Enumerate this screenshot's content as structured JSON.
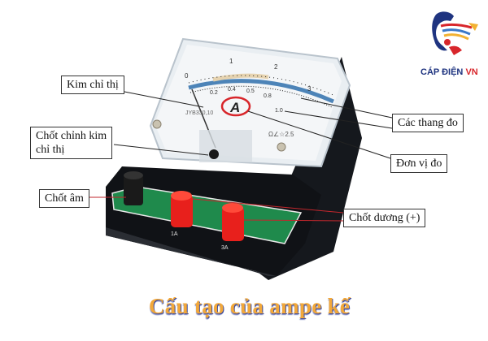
{
  "title": "Cấu tạo của ampe kế",
  "brand": {
    "name_main": "CÁP ĐIỆN",
    "name_accent": "VN",
    "color_main": "#1f3480",
    "color_accent": "#d8262b"
  },
  "labels": {
    "pointer": "Kim chỉ thị",
    "pointer_adjust_line1": "Chốt chỉnh kim",
    "pointer_adjust_line2": "chỉ thị",
    "scales": "Các thang đo",
    "unit": "Đơn vị đo",
    "negative_terminal": "Chốt âm",
    "positive_terminal": "Chốt dương (+)"
  },
  "meter": {
    "unit_symbol": "A",
    "upper_scale": [
      "0",
      "1",
      "2",
      "3"
    ],
    "lower_scale": [
      "0.2",
      "0.4",
      "0.5",
      "0.8",
      "1.0"
    ],
    "model_text": "JYB330,10",
    "spec_text": "Ω∠☆2.5",
    "terminal_labels": [
      "1A",
      "3A"
    ]
  },
  "colors": {
    "title": "#f2a83a",
    "terminal_positive": "#e8201c",
    "terminal_negative": "#1a1a1a",
    "base_panel": "#1f8a4c",
    "body": "#111418"
  }
}
